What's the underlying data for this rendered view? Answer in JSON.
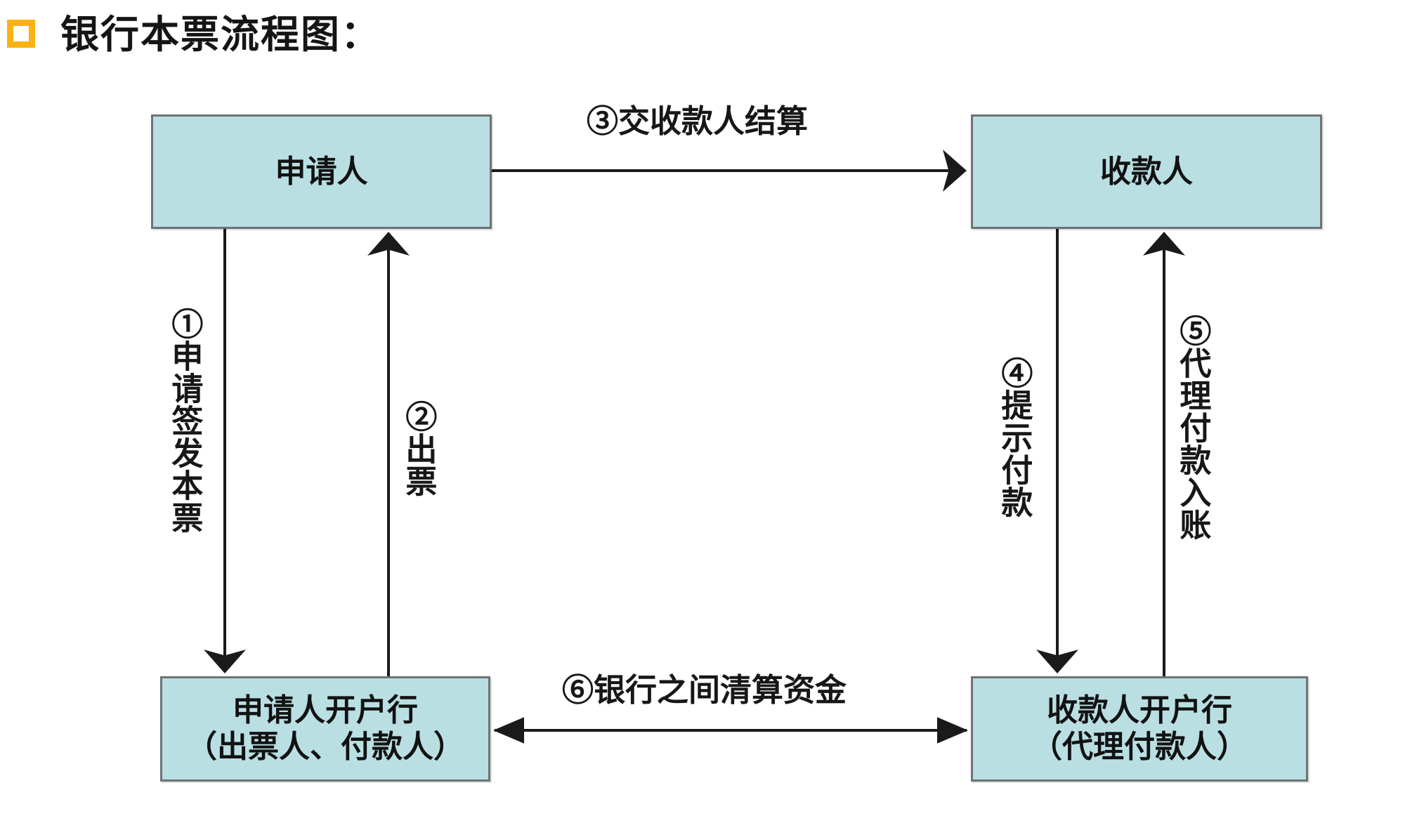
{
  "title": {
    "bullet": "hollow-square-bullet",
    "text": "银行本票流程图："
  },
  "colors": {
    "node_fill": "#b9dfe3",
    "node_border": "#6f7275",
    "bullet": "#fbb212",
    "line": "#1a1a1a",
    "text": "#121212",
    "background": "#ffffff"
  },
  "diagram": {
    "type": "flowchart",
    "nodes": [
      {
        "id": "applicant",
        "lines": [
          "申请人"
        ],
        "position": "top-left"
      },
      {
        "id": "payee",
        "lines": [
          "收款人"
        ],
        "position": "top-right"
      },
      {
        "id": "applicant-bank",
        "lines": [
          "申请人开户行",
          "（出票人、付款人）"
        ],
        "position": "bottom-left"
      },
      {
        "id": "payee-bank",
        "lines": [
          "收款人开户行",
          "（代理付款人）"
        ],
        "position": "bottom-right"
      }
    ],
    "edges": [
      {
        "id": "step-1",
        "label": "①申请签发本票",
        "from": "applicant",
        "to": "applicant-bank",
        "orientation": "vertical",
        "direction": "down"
      },
      {
        "id": "step-2",
        "label": "②出票",
        "from": "applicant-bank",
        "to": "applicant",
        "orientation": "vertical",
        "direction": "up"
      },
      {
        "id": "step-3",
        "label": "③交收款人结算",
        "from": "applicant",
        "to": "payee",
        "orientation": "horizontal",
        "direction": "right"
      },
      {
        "id": "step-4",
        "label": "④提示付款",
        "from": "payee",
        "to": "payee-bank",
        "orientation": "vertical",
        "direction": "down"
      },
      {
        "id": "step-5",
        "label": "⑤代理付款入账",
        "from": "payee-bank",
        "to": "payee",
        "orientation": "vertical",
        "direction": "up"
      },
      {
        "id": "step-6",
        "label": "⑥银行之间清算资金",
        "from": "applicant-bank",
        "to": "payee-bank",
        "orientation": "horizontal",
        "direction": "both"
      }
    ]
  }
}
